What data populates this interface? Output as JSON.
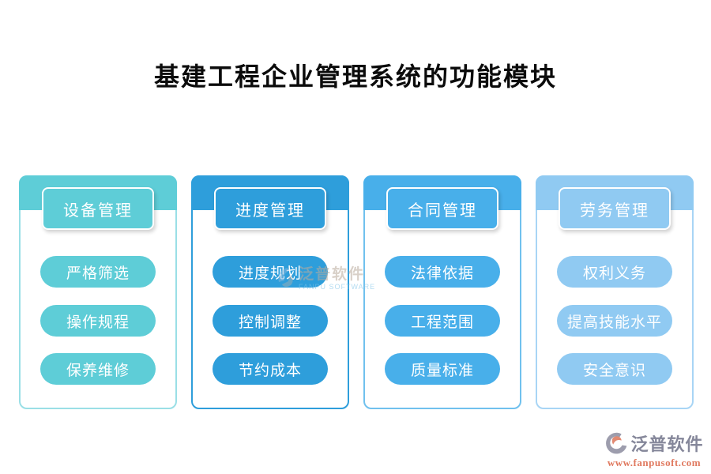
{
  "title": "基建工程企业管理系统的功能模块",
  "modules": [
    {
      "name": "设备管理",
      "color": "#5ecdd7",
      "border_color": "#9adfe6",
      "items": [
        "严格筛选",
        "操作规程",
        "保养维修"
      ]
    },
    {
      "name": "进度管理",
      "color": "#2e9edb",
      "border_color": "#2e9edb",
      "items": [
        "进度规划",
        "控制调整",
        "节约成本"
      ]
    },
    {
      "name": "合同管理",
      "color": "#48afea",
      "border_color": "#70c1ee",
      "items": [
        "法律依据",
        "工程范围",
        "质量标准"
      ]
    },
    {
      "name": "劳务管理",
      "color": "#90caf2",
      "border_color": "#a8d5f5",
      "items": [
        "权利义务",
        "提高技能水平",
        "安全意识"
      ]
    }
  ],
  "watermark": {
    "brand": "泛普软件",
    "sub": "FANPU SOFTWARE"
  },
  "footer": {
    "brand": "泛普软件",
    "url": "www.fanpusoft.com"
  }
}
